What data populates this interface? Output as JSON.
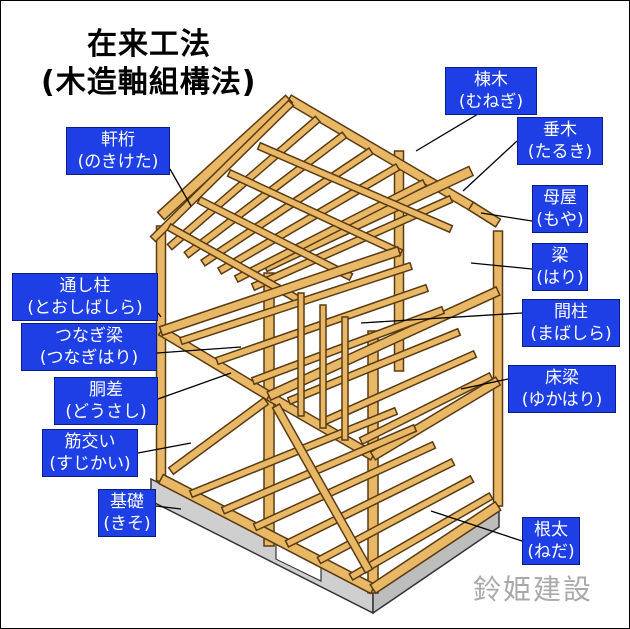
{
  "title": {
    "line1": "在来工法",
    "line2": "(木造軸組構法)"
  },
  "labels": [
    {
      "id": "munagi",
      "name": "棟木",
      "reading": "(むねぎ)"
    },
    {
      "id": "noki",
      "name": "軒桁",
      "reading": "(のきけた)"
    },
    {
      "id": "taruki",
      "name": "垂木",
      "reading": "(たるき)"
    },
    {
      "id": "moya",
      "name": "母屋",
      "reading": "(もや)"
    },
    {
      "id": "hari",
      "name": "梁",
      "reading": "(はり)"
    },
    {
      "id": "toshibashira",
      "name": "通し柱",
      "reading": "(とおしばしら)"
    },
    {
      "id": "mabashira",
      "name": "間柱",
      "reading": "(まばしら)"
    },
    {
      "id": "tsunagibari",
      "name": "つなぎ梁",
      "reading": "(つなぎはり)"
    },
    {
      "id": "yukabari",
      "name": "床梁",
      "reading": "(ゆかはり)"
    },
    {
      "id": "dousashi",
      "name": "胴差",
      "reading": "(どうさし)"
    },
    {
      "id": "sujikai",
      "name": "筋交い",
      "reading": "(すじかい)"
    },
    {
      "id": "kiso",
      "name": "基礎",
      "reading": "(きそ)"
    },
    {
      "id": "neda",
      "name": "根太",
      "reading": "(ねだ)"
    }
  ],
  "watermark": "鈴姫建設",
  "colors": {
    "label_bg": "#1e3fe6",
    "timber": "#e8b866",
    "timber_edge": "#5a3a10",
    "foundation": "#cfcfcf"
  }
}
